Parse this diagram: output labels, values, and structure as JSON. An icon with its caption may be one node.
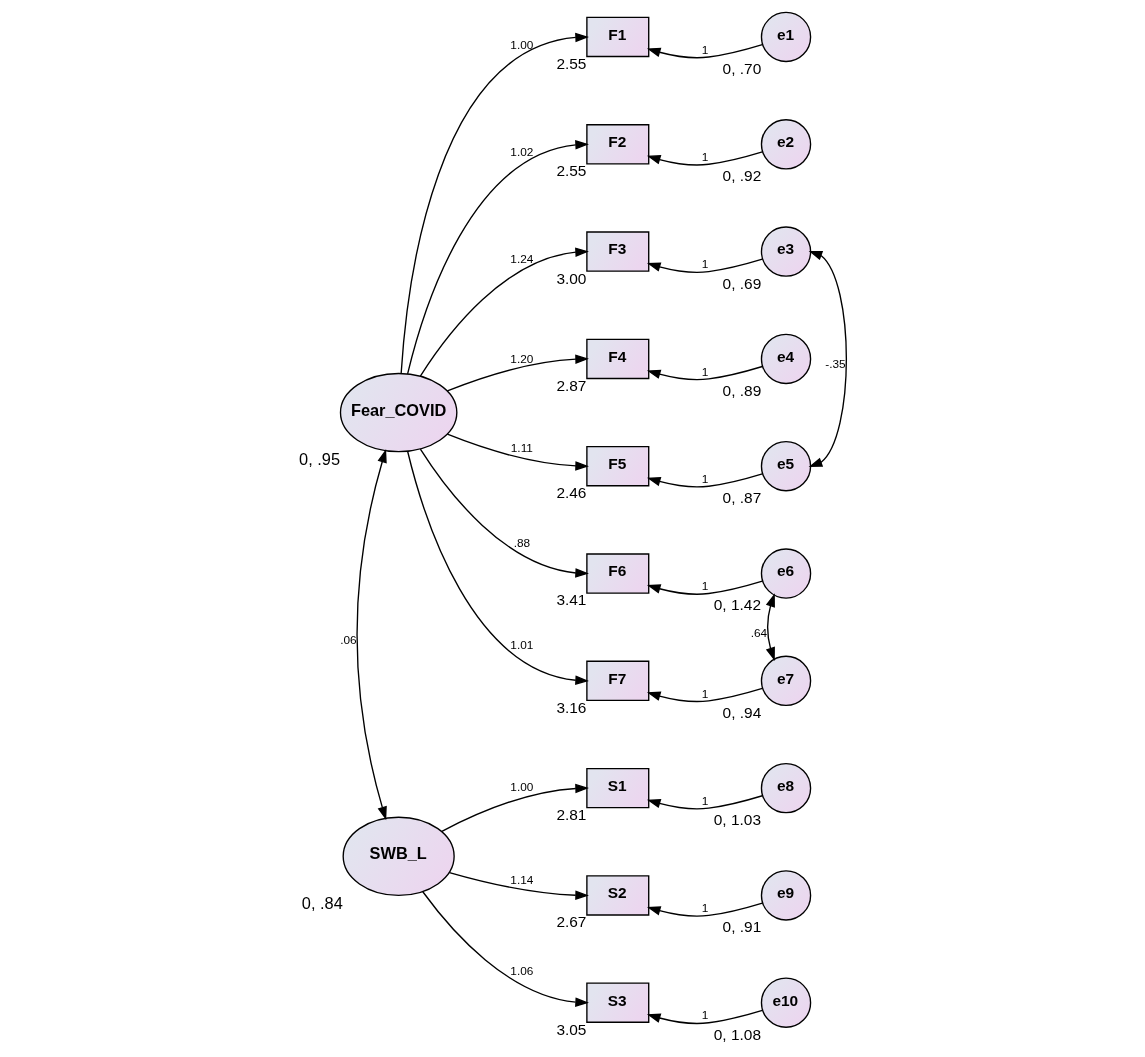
{
  "diagram": {
    "nodes": [
      {
        "text": [
          "Fear_COVID"
        ],
        "beside": [
          "0, .95"
        ]
      },
      {
        "text": [
          "SWB_L"
        ],
        "beside": [
          "0, .84"
        ]
      },
      {
        "text": [
          "F1"
        ],
        "beside": [
          "2.55"
        ]
      },
      {
        "text": [
          "F2"
        ],
        "beside": [
          "2.55"
        ]
      },
      {
        "text": [
          "F3"
        ],
        "beside": [
          "3.00"
        ]
      },
      {
        "text": [
          "F4"
        ],
        "beside": [
          "2.87"
        ]
      },
      {
        "text": [
          "F5"
        ],
        "beside": [
          "2.46"
        ]
      },
      {
        "text": [
          "F6"
        ],
        "beside": [
          "3.41"
        ]
      },
      {
        "text": [
          "F7"
        ],
        "beside": [
          "3.16"
        ]
      },
      {
        "text": [
          "S1"
        ],
        "beside": [
          "2.81"
        ]
      },
      {
        "text": [
          "S2"
        ],
        "beside": [
          "2.67"
        ]
      },
      {
        "text": [
          "S3"
        ],
        "beside": [
          "3.05"
        ]
      },
      {
        "text": [
          "e1"
        ],
        "beside": [
          "0, .70"
        ]
      },
      {
        "text": [
          "e2"
        ],
        "beside": [
          "0, .92"
        ]
      },
      {
        "text": [
          "e3"
        ],
        "beside": [
          "0, .69"
        ]
      },
      {
        "text": [
          "e4"
        ],
        "beside": [
          "0, .89"
        ]
      },
      {
        "text": [
          "e5"
        ],
        "beside": [
          "0, .87"
        ]
      },
      {
        "text": [
          "e6"
        ],
        "beside": [
          "0, 1.42"
        ]
      },
      {
        "text": [
          "e7"
        ],
        "beside": [
          "0, .94"
        ]
      },
      {
        "text": [
          "e8"
        ],
        "beside": [
          "0, 1.03"
        ]
      },
      {
        "text": [
          "e9"
        ],
        "beside": [
          "0, .91"
        ]
      },
      {
        "text": [
          "e10"
        ],
        "beside": [
          "0, 1.08"
        ]
      }
    ],
    "edges": [
      {
        "from": 0,
        "to": 2,
        "arrow": "to",
        "label": "1.00"
      },
      {
        "from": 0,
        "to": 3,
        "arrow": "to",
        "label": "1.02"
      },
      {
        "from": 0,
        "to": 4,
        "arrow": "to",
        "label": "1.24"
      },
      {
        "from": 0,
        "to": 5,
        "arrow": "to",
        "label": "1.20"
      },
      {
        "from": 0,
        "to": 6,
        "arrow": "to",
        "label": "1.11"
      },
      {
        "from": 0,
        "to": 7,
        "arrow": "to",
        "label": ".88"
      },
      {
        "from": 0,
        "to": 8,
        "arrow": "to",
        "label": "1.01"
      },
      {
        "from": 1,
        "to": 9,
        "arrow": "to",
        "label": "1.00"
      },
      {
        "from": 1,
        "to": 10,
        "arrow": "to",
        "label": "1.14"
      },
      {
        "from": 1,
        "to": 11,
        "arrow": "to",
        "label": "1.06"
      },
      {
        "from": 12,
        "to": 2,
        "arrow": "to",
        "label": "1"
      },
      {
        "from": 13,
        "to": 3,
        "arrow": "to",
        "label": "1"
      },
      {
        "from": 14,
        "to": 4,
        "arrow": "to",
        "label": "1"
      },
      {
        "from": 15,
        "to": 5,
        "arrow": "to",
        "label": "1"
      },
      {
        "from": 16,
        "to": 6,
        "arrow": "to",
        "label": "1"
      },
      {
        "from": 17,
        "to": 7,
        "arrow": "to",
        "label": "1"
      },
      {
        "from": 18,
        "to": 8,
        "arrow": "to",
        "label": "1"
      },
      {
        "from": 19,
        "to": 9,
        "arrow": "to",
        "label": "1"
      },
      {
        "from": 20,
        "to": 10,
        "arrow": "to",
        "label": "1"
      },
      {
        "from": 21,
        "to": 11,
        "arrow": "to",
        "label": "1"
      },
      {
        "from": 14,
        "to": 16,
        "arrow": "both",
        "label": "-.35"
      },
      {
        "from": 17,
        "to": 18,
        "arrow": "both",
        "label": ".64"
      },
      {
        "from": 0,
        "to": 1,
        "arrow": "both",
        "label": ".06"
      }
    ]
  }
}
